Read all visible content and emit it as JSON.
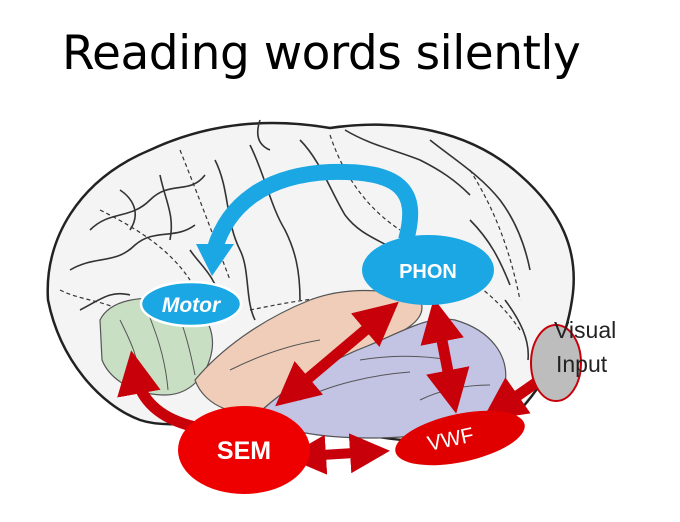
{
  "slide": {
    "title": "Reading words silently"
  },
  "nodes": {
    "motor": "Motor",
    "phon": "PHON",
    "sem": "SEM",
    "vwf": "VWF",
    "visual_line1": "Visual",
    "visual_line2": "Input"
  },
  "colors": {
    "blue_pathway": "#1aa7e4",
    "red_pathway": "#c8000a",
    "sem_node": "#ee0000",
    "region_green": "#c9dfc4",
    "region_peach": "#efcdb8",
    "region_lavender": "#c3c3e4",
    "visual_node": "#bdbdbd"
  }
}
